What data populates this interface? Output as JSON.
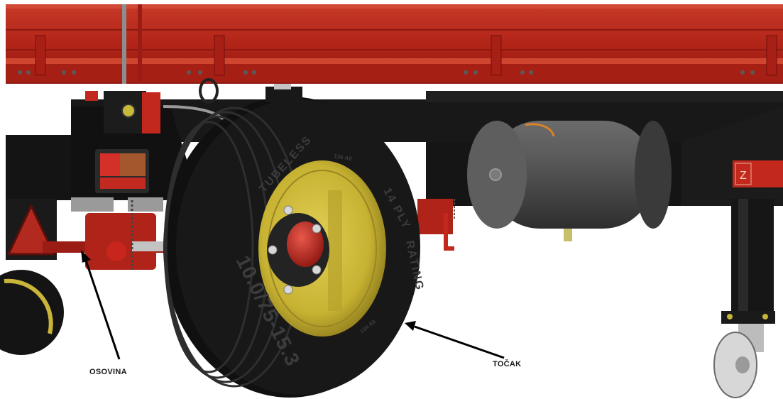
{
  "labels": {
    "axle": "OSOVINA",
    "wheel": "TOČAK"
  },
  "tire_text": {
    "brand": "TUBELESS",
    "load_index": "136 A8",
    "ply": "14 PLY",
    "rating": "RATING",
    "size": "10.0/75-15.3",
    "small_mark": "134 A8"
  },
  "plate_text": "Z",
  "colors": {
    "body_red": "#b5231b",
    "frame_black": "#141414",
    "rim_yellow": "#c9b53a",
    "hub_red": "#c41f1a",
    "tank_gray": "#4a4a4a",
    "light_red": "#d4302a",
    "light_amber": "#a4572c"
  },
  "icons": [
    "reflector-triangle-icon",
    "tail-light-icon",
    "caster-wheel-icon",
    "arrow-icon"
  ]
}
